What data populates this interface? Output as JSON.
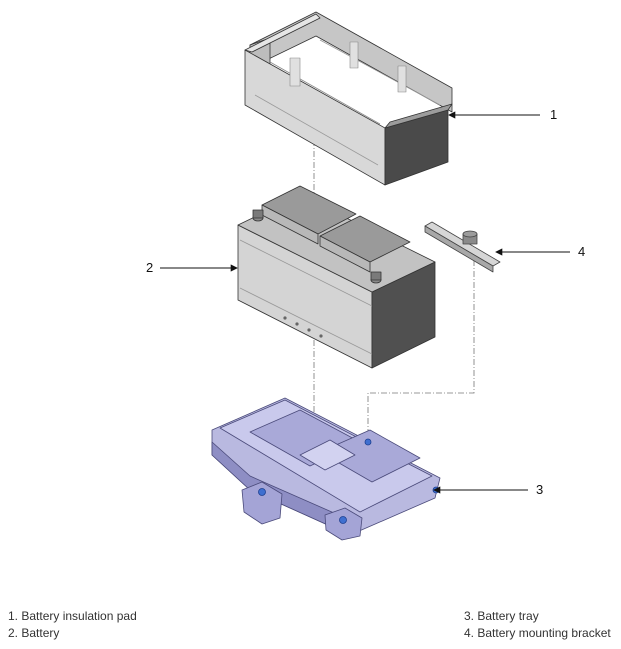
{
  "callouts": [
    {
      "number": "1"
    },
    {
      "number": "2"
    },
    {
      "number": "3"
    },
    {
      "number": "4"
    }
  ],
  "legend": [
    {
      "text": "1. Battery insulation pad"
    },
    {
      "text": "2. Battery"
    },
    {
      "text": "3. Battery tray"
    },
    {
      "text": "4. Battery mounting bracket"
    }
  ],
  "colors": {
    "pad_light": "#d8d8d8",
    "pad_dark": "#4a4a4a",
    "battery_light": "#d4d4d4",
    "battery_dark": "#505050",
    "tray": "#b9b9e0",
    "tray_dark": "#8e8ec4",
    "bolt": "#3f6fd0"
  }
}
